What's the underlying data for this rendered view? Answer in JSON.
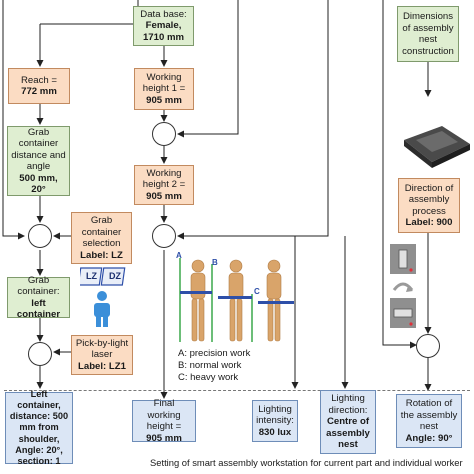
{
  "boxes": {
    "database": {
      "line1": "Data base:",
      "line2": "Female,",
      "line3": "1710 mm"
    },
    "reach": {
      "line1": "Reach =",
      "line2": "772 mm"
    },
    "working_height_1": {
      "line1": "Working",
      "line2": "height 1 =",
      "line3": "905 mm"
    },
    "working_height_2": {
      "line1": "Working",
      "line2": "height 2 =",
      "line3": "905 mm"
    },
    "grab_distance": {
      "line1": "Grab",
      "line2": "container",
      "line3": "distance and",
      "line4": "angle",
      "line5": "500 mm, 20°"
    },
    "grab_selection": {
      "line1": "Grab",
      "line2": "container",
      "line3": "selection",
      "line4": "Label: LZ"
    },
    "grab_container": {
      "line1": "Grab",
      "line2": "container:",
      "line3": "left container"
    },
    "pick_by_light": {
      "line1": "Pick-by-light",
      "line2": "laser",
      "line3": "Label: LZ1"
    },
    "dimensions": {
      "line1": "Dimensions",
      "line2": "of assembly",
      "line3": "nest",
      "line4": "construction"
    },
    "direction": {
      "line1": "Direction of",
      "line2": "assembly",
      "line3": "process",
      "line4": "Label: 900"
    },
    "left_container_result": {
      "line1": "Left container,",
      "line2": "distance: 500",
      "line3": "mm from",
      "line4": "shoulder,",
      "line5": "Angle: 20°,",
      "line6": "section: 1"
    },
    "final_height_result": {
      "line1": "Final working",
      "line2": "height =",
      "line3": "905 mm"
    },
    "lighting_intensity_result": {
      "line1": "Lighting",
      "line2": "intensity:",
      "line3": "830 lux"
    },
    "lighting_direction_result": {
      "line1": "Lighting",
      "line2": "direction:",
      "line3": "Centre of",
      "line4": "assembly",
      "line5": "nest"
    },
    "rotation_result": {
      "line1": "Rotation of",
      "line2": "the assembly",
      "line3": "nest",
      "line4": "Angle: 90°"
    }
  },
  "container_tags": {
    "left": "LZ",
    "right": "DZ"
  },
  "figure_letters": {
    "a": "A",
    "b": "B",
    "c": "C"
  },
  "legend": {
    "a": "A: precision work",
    "b": "B: normal work",
    "c": "C: heavy work"
  },
  "caption": "Setting of smart assembly workstation for current part and individual worker",
  "colors": {
    "green": "#dfeed1",
    "orange": "#fbdcc3",
    "blue": "#dbe6f5",
    "work_line_green": "#3aa84a",
    "work_line_blue": "#2e4fa8",
    "worker_icon": "#3b8fd9"
  }
}
